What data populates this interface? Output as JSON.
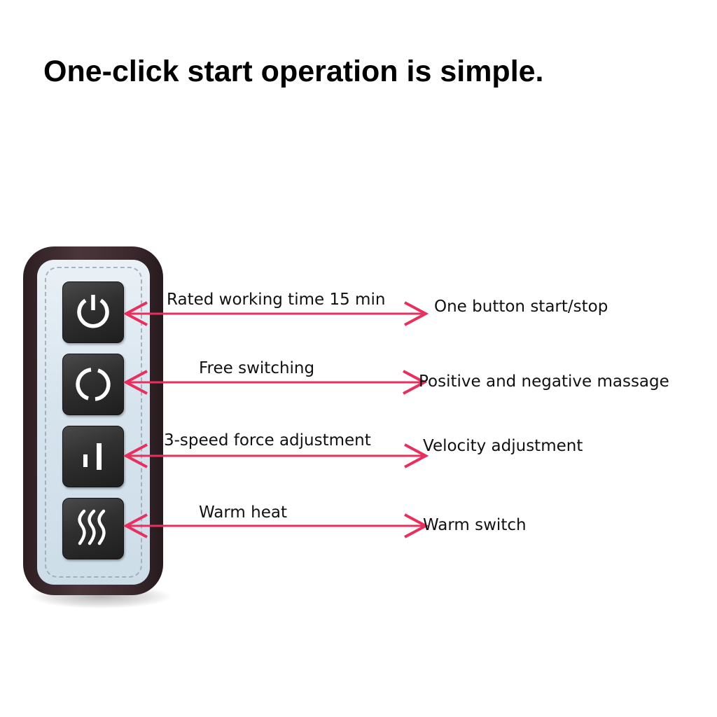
{
  "headline": "One-click start operation is simple.",
  "colors": {
    "arrow": "#e8305e",
    "button_face": "#2f2f2f",
    "button_glyph": "#ffffff",
    "panel": "#d7e4ee",
    "casing": "#3c2a2f"
  },
  "callouts": [
    {
      "button_icon": "power-icon",
      "arrow_label": "Rated working time 15 min",
      "function_label": "One button start/stop"
    },
    {
      "button_icon": "rotation-icon",
      "arrow_label": "Free switching",
      "function_label": "Positive and negative massage"
    },
    {
      "button_icon": "speed-bars-icon",
      "arrow_label": "3-speed force adjustment",
      "function_label": "Velocity adjustment"
    },
    {
      "button_icon": "heat-waves-icon",
      "arrow_label": "Warm heat",
      "function_label": "Warm switch"
    }
  ]
}
